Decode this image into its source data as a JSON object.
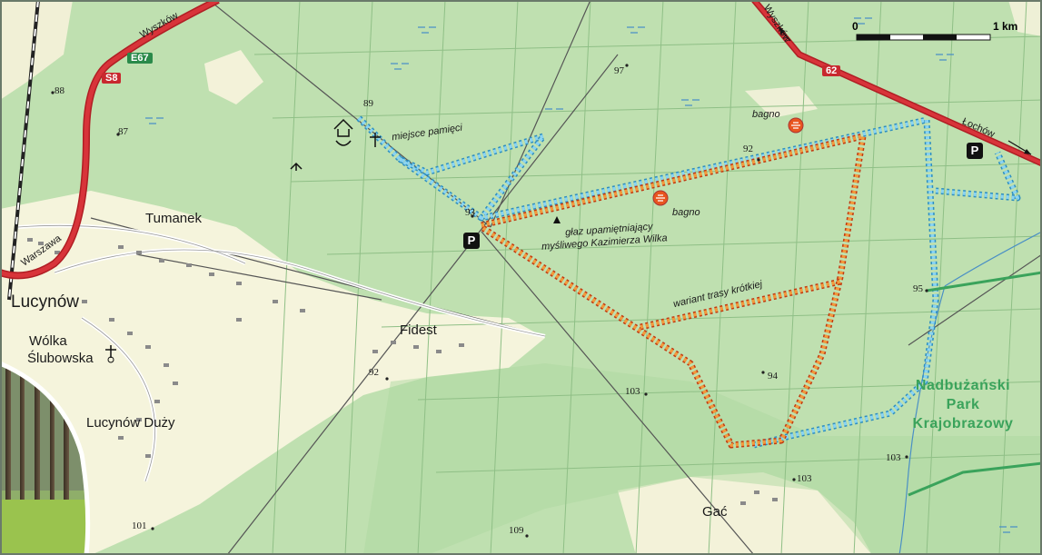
{
  "map": {
    "places": {
      "lucynow": "Lucynów",
      "wolka_line1": "Wólka",
      "wolka_line2": "Ślubowska",
      "lucynow_duzy": "Lucynów Duży",
      "tumanek": "Tumanek",
      "fidest": "Fidest",
      "gac": "Gać"
    },
    "roads": {
      "s8": "S8",
      "e67": "E67",
      "r62": "62",
      "wyszkow_left": "Wyszków",
      "wyszkow_right": "Wyszków",
      "warszawa": "Warszawa",
      "loch": "Łochów"
    },
    "annotations": {
      "miejsce": "miejsce pamięci",
      "bagno1": "bagno",
      "bagno2": "bagno",
      "glaz_line1": "głaz upamiętniający",
      "glaz_line2": "myśliwego Kazimierza Wilka",
      "wariant": "wariant trasy krótkiej"
    },
    "elevations": {
      "e89": "89",
      "e88": "88",
      "e87": "87",
      "e97": "97",
      "e92a": "92",
      "e93": "93",
      "e95": "95",
      "e92b": "92",
      "e94": "94",
      "e103a": "103",
      "e103b": "103",
      "e103c": "103",
      "e101": "101",
      "e109": "109"
    },
    "park": {
      "line1": "Nadbużański",
      "line2": "Park",
      "line3": "Krajobrazowy"
    },
    "parking": "P",
    "scale": {
      "zero": "0",
      "end": "1 km"
    },
    "colors": {
      "forest": "#bfe0b0",
      "open_land": "#f5f4dc",
      "main_road": "#c8282e",
      "route_blue": "#3fb4e0",
      "route_orange": "#e8551f",
      "water": "#4a8fc5",
      "park_text": "#3aa35b"
    }
  }
}
